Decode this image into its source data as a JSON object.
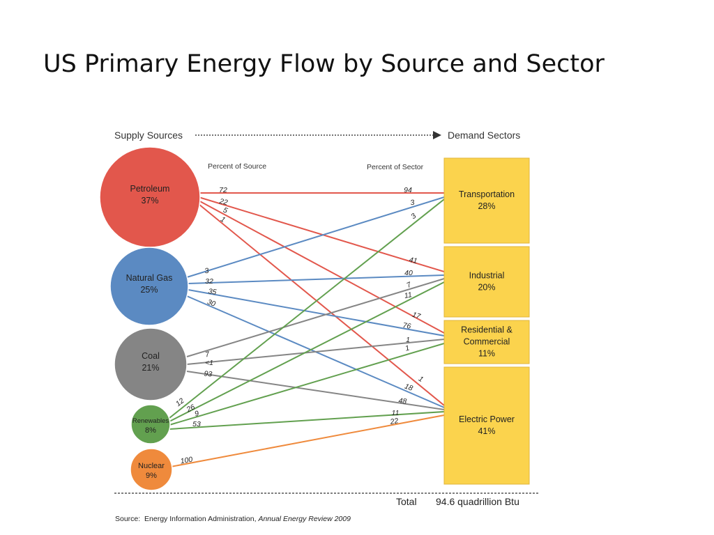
{
  "slide": {
    "title": "US Primary Energy Flow by Source and Sector"
  },
  "diagram": {
    "supply_heading": "Supply Sources",
    "demand_heading": "Demand Sectors",
    "percent_of_source_label": "Percent of Source",
    "percent_of_sector_label": "Percent of Sector",
    "sources": [
      {
        "id": "petroleum",
        "name": "Petroleum",
        "share": "37%",
        "color": "#e2574c"
      },
      {
        "id": "natural_gas",
        "name": "Natural Gas",
        "share": "25%",
        "color": "#5b8ac2"
      },
      {
        "id": "coal",
        "name": "Coal",
        "share": "21%",
        "color": "#858585"
      },
      {
        "id": "renewables",
        "name": "Renewables",
        "share": "8%",
        "color": "#62a04f"
      },
      {
        "id": "nuclear",
        "name": "Nuclear",
        "share": "9%",
        "color": "#ef8a3c"
      }
    ],
    "sectors": [
      {
        "id": "transportation",
        "name": "Transportation",
        "share": "28%"
      },
      {
        "id": "industrial",
        "name": "Industrial",
        "share": "20%"
      },
      {
        "id": "residential_commercial",
        "name": "Residential & Commercial",
        "name_lines": [
          "Residential &",
          "Commercial"
        ],
        "share": "11%"
      },
      {
        "id": "electric_power",
        "name": "Electric Power",
        "share": "41%"
      }
    ],
    "sector_color": "#fbd34d",
    "sector_border": "#e2b43a",
    "flows": [
      {
        "source": "petroleum",
        "sector": "transportation",
        "source_label": "72",
        "sector_label": "94"
      },
      {
        "source": "petroleum",
        "sector": "industrial",
        "source_label": "22",
        "sector_label": "41"
      },
      {
        "source": "petroleum",
        "sector": "residential_commercial",
        "source_label": "5",
        "sector_label": "17"
      },
      {
        "source": "petroleum",
        "sector": "electric_power",
        "source_label": "1",
        "sector_label": "1"
      },
      {
        "source": "natural_gas",
        "sector": "transportation",
        "source_label": "3",
        "sector_label": "3"
      },
      {
        "source": "natural_gas",
        "sector": "industrial",
        "source_label": "32",
        "sector_label": "40"
      },
      {
        "source": "natural_gas",
        "sector": "residential_commercial",
        "source_label": "35",
        "sector_label": "76"
      },
      {
        "source": "natural_gas",
        "sector": "electric_power",
        "source_label": "30",
        "sector_label": "18"
      },
      {
        "source": "coal",
        "sector": "industrial",
        "source_label": "7",
        "sector_label": "11"
      },
      {
        "source": "coal",
        "sector": "residential_commercial",
        "source_label": "<1",
        "sector_label": "1"
      },
      {
        "source": "coal",
        "sector": "electric_power",
        "source_label": "93",
        "sector_label": "48"
      },
      {
        "source": "renewables",
        "sector": "transportation",
        "source_label": "12",
        "sector_label": "3"
      },
      {
        "source": "renewables",
        "sector": "industrial",
        "source_label": "26",
        "sector_label": "7"
      },
      {
        "source": "renewables",
        "sector": "residential_commercial",
        "source_label": "9",
        "sector_label": "1"
      },
      {
        "source": "renewables",
        "sector": "electric_power",
        "source_label": "53",
        "sector_label": "11"
      },
      {
        "source": "nuclear",
        "sector": "electric_power",
        "source_label": "100",
        "sector_label": "22"
      }
    ],
    "total_label": "Total",
    "total_value": "94.6 quadrillion Btu",
    "source_note_prefix": "Source:  Energy Information Administration, ",
    "source_note_title": "Annual Energy Review 2009"
  }
}
